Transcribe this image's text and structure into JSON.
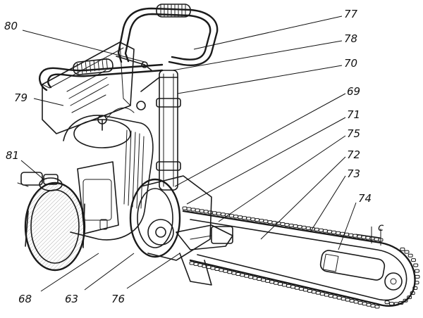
{
  "colors": {
    "ink": "#1a1a1a",
    "paper": "#ffffff"
  },
  "labels": {
    "l63": "63",
    "l68": "68",
    "l69": "69",
    "l70": "70",
    "l71": "71",
    "l72": "72",
    "l73": "73",
    "l74": "74",
    "l75": "75",
    "l76": "76",
    "l77": "77",
    "l78": "78",
    "l79": "79",
    "l80": "80",
    "l81": "81",
    "lc": "c"
  }
}
